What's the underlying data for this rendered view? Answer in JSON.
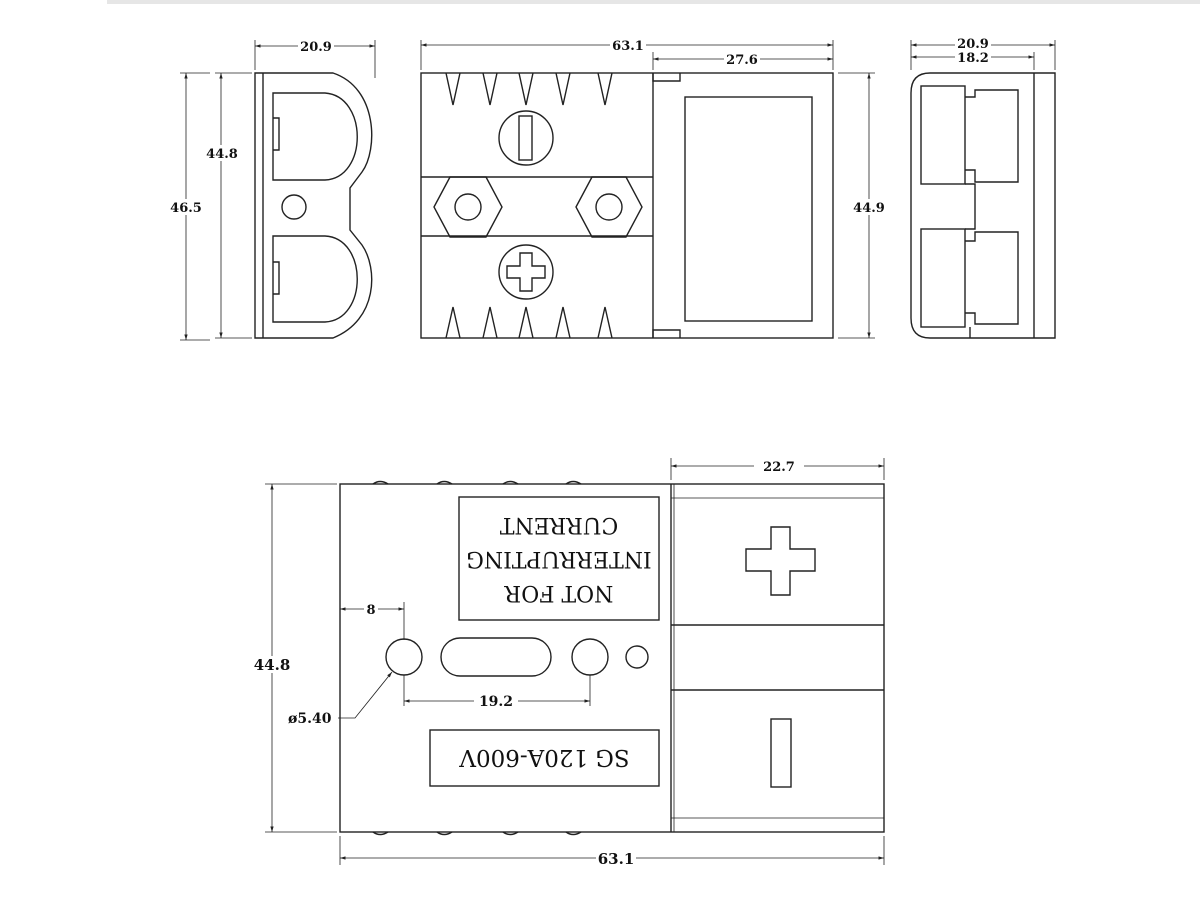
{
  "drawing": {
    "title": "",
    "line_color": "#222222",
    "background": "#ffffff",
    "top_views": {
      "left_view": {
        "width_dim": "20.9",
        "inner_height_dim": "44.8",
        "outer_height_dim": "46.5"
      },
      "front_view": {
        "overall_width_dim": "63.1",
        "housing_width_dim": "27.6",
        "height_dim": "44.9",
        "terminal_icons": [
          "minus-slot-icon",
          "plus-cross-icon"
        ]
      },
      "right_view": {
        "outer_width_dim": "20.9",
        "inner_width_dim": "18.2"
      }
    },
    "bottom_view": {
      "housing_width_dim": "22.7",
      "height_dim": "44.8",
      "hole_offset_dim": "8",
      "hole_spacing_dim": "19.2",
      "hole_diameter_dim": "ø5.40",
      "overall_width_dim": "63.1",
      "warning_label": [
        "NOT FOR",
        "INTERRUPTING",
        "CURRENT"
      ],
      "rating_label": "SG 120A-600V",
      "terminal_icons": [
        "plus-cross-icon",
        "minus-slot-icon"
      ]
    }
  }
}
